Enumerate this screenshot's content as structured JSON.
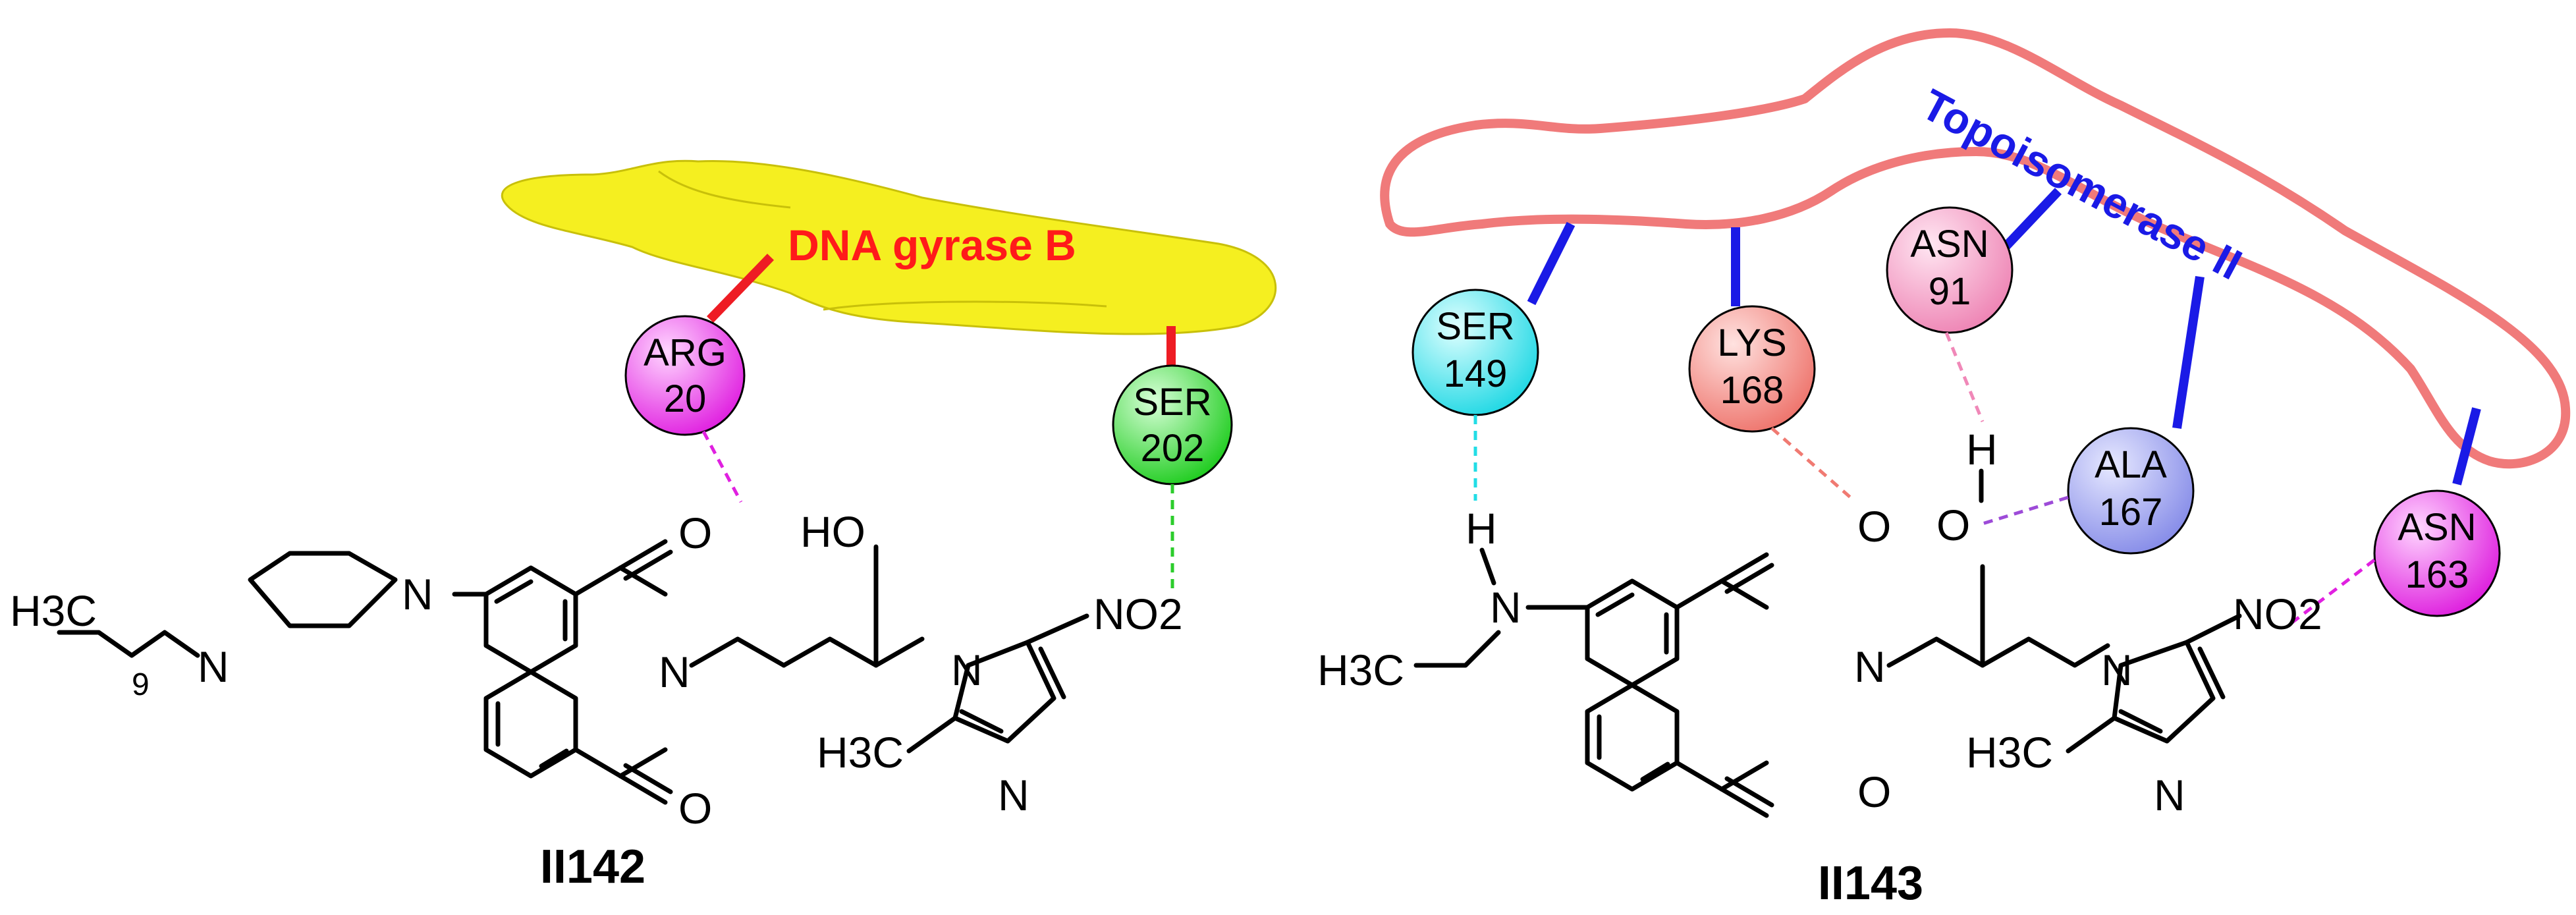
{
  "left_panel": {
    "enzyme_label": "DNA gyrase B",
    "compound_id": "II142",
    "tail_repeat": "9",
    "residues": [
      {
        "name": "ARG",
        "number": "20",
        "color": "#e020e0"
      },
      {
        "name": "SER",
        "number": "202",
        "color": "#20d020"
      }
    ]
  },
  "right_panel": {
    "enzyme_label": "Topoisomerase II",
    "compound_id": "II143",
    "residues": [
      {
        "name": "SER",
        "number": "149",
        "color": "#22dde6"
      },
      {
        "name": "LYS",
        "number": "168",
        "color": "#f07a72"
      },
      {
        "name": "ASN",
        "number": "91",
        "color": "#f088b8"
      },
      {
        "name": "ALA",
        "number": "167",
        "color": "#8c92ec"
      },
      {
        "name": "ASN",
        "number": "163",
        "color": "#e020e0"
      }
    ]
  },
  "atoms": {
    "O": "O",
    "N": "N",
    "H": "H",
    "HO": "HO",
    "H3C": "H3C",
    "NO2": "NO2"
  },
  "colors": {
    "gyrase_fill": "#f5ef20",
    "gyrase_label": "#ff1a1a",
    "gyrase_link": "#ee1c24",
    "topo_outline": "#f07a7a",
    "topo_label": "#1a1ae6",
    "topo_link": "#1a1ae6"
  }
}
